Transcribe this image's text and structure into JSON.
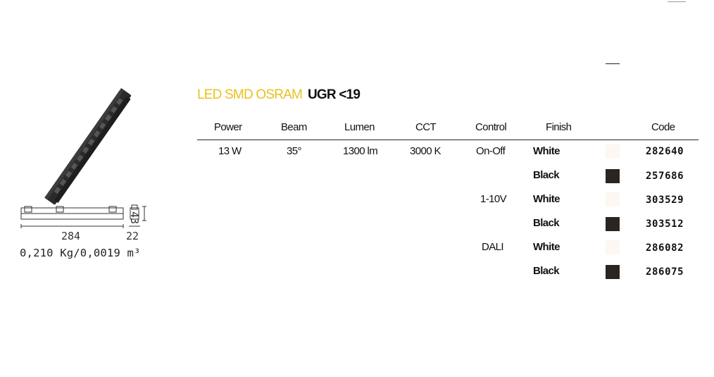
{
  "headline": {
    "brand": "LED SMD OSRAM",
    "rating": "UGR <19"
  },
  "product": {
    "image_icon": "track-light-icon",
    "drawing_icon": "technical-drawing-icon",
    "dimensions": {
      "length": "284",
      "width": "22",
      "height": "43"
    },
    "weight_volume": "0,210 Kg/0,0019 m³"
  },
  "columns": {
    "power": "Power",
    "beam": "Beam",
    "lumen": "Lumen",
    "cct": "CCT",
    "control": "Control",
    "finish": "Finish",
    "code": "Code"
  },
  "specs": {
    "power": "13 W",
    "beam": "35°",
    "lumen": "1300 lm",
    "cct": "3000 K"
  },
  "variants": [
    {
      "control": "On-Off",
      "finish": "White",
      "swatch_color": "#fcf7f1",
      "code": "282640"
    },
    {
      "control": "",
      "finish": "Black",
      "swatch_color": "#2a2523",
      "code": "257686"
    },
    {
      "control": "1-10V",
      "finish": "White",
      "swatch_color": "#fcf7f1",
      "code": "303529"
    },
    {
      "control": "",
      "finish": "Black",
      "swatch_color": "#2a2523",
      "code": "303512"
    },
    {
      "control": "DALI",
      "finish": "White",
      "swatch_color": "#fcf7f1",
      "code": "286082"
    },
    {
      "control": "",
      "finish": "Black",
      "swatch_color": "#2a2523",
      "code": "286075"
    }
  ],
  "colors": {
    "brand": "#e8c21e",
    "text": "#111111",
    "white_finish": "#fcf7f1",
    "black_finish": "#2a2523"
  }
}
